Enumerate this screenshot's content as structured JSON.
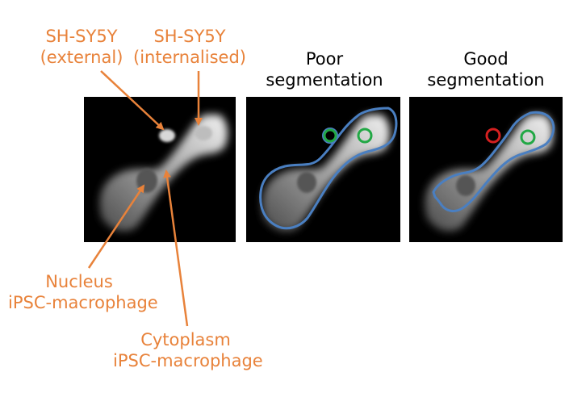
{
  "labels": {
    "sh_external_1": "SH-SY5Y",
    "sh_external_2": "(external)",
    "sh_internal_1": "SH-SY5Y",
    "sh_internal_2": "(internalised)",
    "poor_1": "Poor",
    "poor_2": "segmentation",
    "good_1": "Good",
    "good_2": "segmentation",
    "nucleus_1": "Nucleus",
    "nucleus_2": "iPSC-macrophage",
    "cytoplasm_1": "Cytoplasm",
    "cytoplasm_2": "iPSC-macrophage"
  },
  "colors": {
    "annotation": "#E8823A",
    "outline": "#4A7FC1",
    "internal_marker": "#22A845",
    "external_marker_poor": "#22A845",
    "external_marker_good": "#D42020"
  }
}
